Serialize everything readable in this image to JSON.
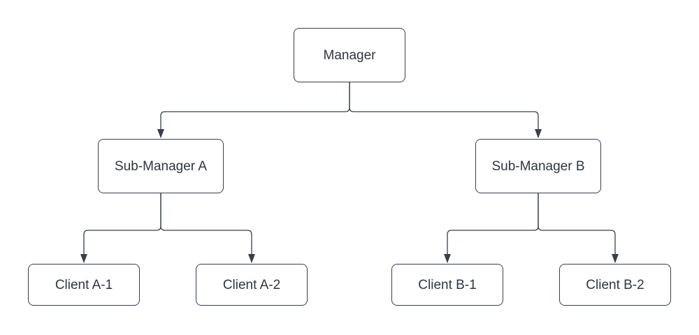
{
  "diagram": {
    "type": "org-chart",
    "colors": {
      "background": "#ffffff",
      "stroke": "#36404d",
      "text": "#2d3642"
    },
    "nodes": {
      "manager": {
        "label": "Manager"
      },
      "sub_a": {
        "label": "Sub-Manager A"
      },
      "sub_b": {
        "label": "Sub-Manager B"
      },
      "client_a1": {
        "label": "Client A-1"
      },
      "client_a2": {
        "label": "Client A-2"
      },
      "client_b1": {
        "label": "Client B-1"
      },
      "client_b2": {
        "label": "Client B-2"
      }
    },
    "edges": [
      {
        "from": "Manager",
        "to": "Sub-Manager A",
        "arrow": "filled-triangle"
      },
      {
        "from": "Manager",
        "to": "Sub-Manager B",
        "arrow": "filled-triangle"
      },
      {
        "from": "Sub-Manager A",
        "to": "Client A-1",
        "arrow": "filled-triangle"
      },
      {
        "from": "Sub-Manager A",
        "to": "Client A-2",
        "arrow": "filled-triangle"
      },
      {
        "from": "Sub-Manager B",
        "to": "Client B-1",
        "arrow": "filled-triangle"
      },
      {
        "from": "Sub-Manager B",
        "to": "Client B-2",
        "arrow": "filled-triangle"
      }
    ]
  }
}
